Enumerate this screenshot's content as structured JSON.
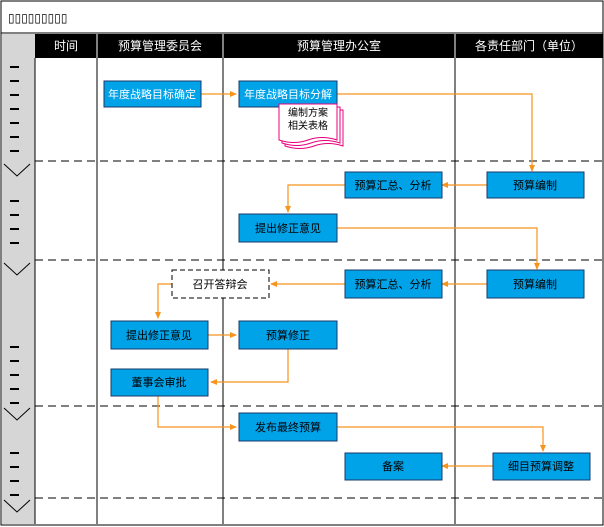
{
  "title_glyphs": "▯▯▯▯▯▯▯▯▯",
  "columns": {
    "time": "时间",
    "committee": "预算管理委员会",
    "office": "预算管理办公室",
    "departments": "各责任部门（单位）"
  },
  "nodes": {
    "annual_target": "年度战略目标确定",
    "target_decompose": "年度战略目标分解",
    "plan_doc_line1": "编制方案",
    "plan_doc_line2": "相关表格",
    "budget_prep_1": "预算编制",
    "summary_analysis_1": "预算汇总、分析",
    "revision_opinion_office": "提出修正意见",
    "budget_prep_2": "预算编制",
    "summary_analysis_2": "预算汇总、分析",
    "defense_meeting": "召开答辩会",
    "revision_opinion_committee": "提出修正意见",
    "budget_revision": "预算修正",
    "board_approval": "董事会审批",
    "publish_final": "发布最终预算",
    "detail_adjust": "细目预算调整",
    "filing": "备案"
  },
  "colors": {
    "box_fill": "#00a2e8",
    "box_stroke": "#1a3a6a",
    "arrow": "#f7941d",
    "header_fill": "#000000",
    "sidebar_fill": "#d6d6d6"
  }
}
